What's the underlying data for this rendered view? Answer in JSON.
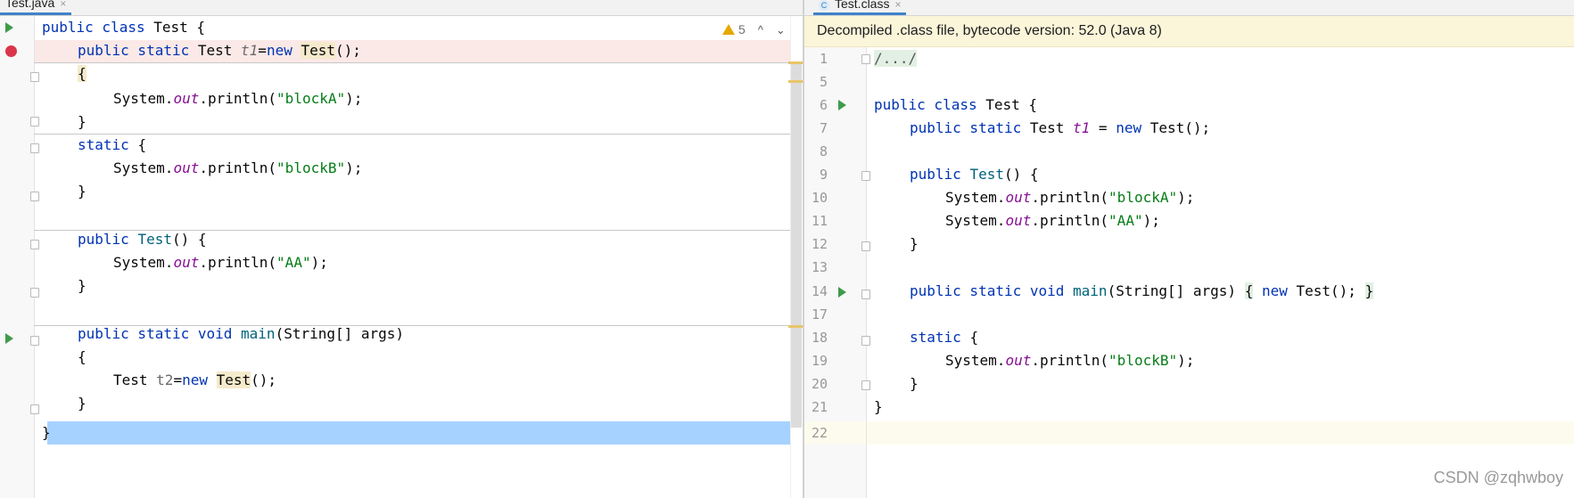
{
  "left_tab": {
    "label": "Test.java",
    "close": "×"
  },
  "right_tab": {
    "label": "Test.class",
    "close": "×",
    "icon": "C"
  },
  "warnings": {
    "count": "5",
    "up": "^",
    "down": "⌄"
  },
  "banner": {
    "text": "Decompiled .class file, bytecode version: 52.0 (Java 8)"
  },
  "watermark": "CSDN @zqhwboy",
  "left_code": {
    "l1": {
      "a": "public class ",
      "b": "Test {"
    },
    "l2": {
      "a": "public static ",
      "b": "Test ",
      "c": "t1",
      "d": "=",
      "e": "new ",
      "f": "Test",
      "g": "();"
    },
    "l3": "{",
    "l4": {
      "a": "System.",
      "b": "out",
      "c": ".println(",
      "d": "\"blockA\"",
      "e": ");"
    },
    "l5": "}",
    "l6": {
      "a": "static ",
      "b": "{"
    },
    "l7": {
      "a": "System.",
      "b": "out",
      "c": ".println(",
      "d": "\"blockB\"",
      "e": ");"
    },
    "l8": "}",
    "l9": {
      "a": "public ",
      "b": "Test",
      "c": "() {"
    },
    "l10": {
      "a": "System.",
      "b": "out",
      "c": ".println(",
      "d": "\"AA\"",
      "e": ");"
    },
    "l11": "}",
    "l12": {
      "a": "public static void ",
      "b": "main",
      "c": "(String[] args)"
    },
    "l13": "{",
    "l14": {
      "a": "Test ",
      "b": "t2",
      "c": "=",
      "d": "new ",
      "e": "Test",
      "f": "();"
    },
    "l15": "}",
    "l16": "}"
  },
  "right_code": {
    "line_numbers": [
      "1",
      "5",
      "6",
      "7",
      "8",
      "9",
      "10",
      "11",
      "12",
      "13",
      "14",
      "17",
      "18",
      "19",
      "20",
      "21",
      "22"
    ],
    "r1": "/.../",
    "r6": {
      "a": "public class ",
      "b": "Test {"
    },
    "r7": {
      "a": "public static ",
      "b": "Test ",
      "c": "t1",
      "d": " = ",
      "e": "new ",
      "f": "Test();"
    },
    "r9": {
      "a": "public ",
      "b": "Test",
      "c": "() {"
    },
    "r10": {
      "a": "System.",
      "b": "out",
      "c": ".println(",
      "d": "\"blockA\"",
      "e": ");"
    },
    "r11": {
      "a": "System.",
      "b": "out",
      "c": ".println(",
      "d": "\"AA\"",
      "e": ");"
    },
    "r12": "}",
    "r14": {
      "a": "public static void ",
      "b": "main",
      "c": "(String[] args) ",
      "d": "{",
      "e": " new ",
      "f": "Test(); ",
      "g": "}"
    },
    "r18": {
      "a": "static ",
      "b": "{"
    },
    "r19": {
      "a": "System.",
      "b": "out",
      "c": ".println(",
      "d": "\"blockB\"",
      "e": ");"
    },
    "r20": "}",
    "r21": "}"
  },
  "colors": {
    "keyword": "#0033b3",
    "string": "#067d17",
    "field": "#871094",
    "breakpoint": "#d9364b",
    "selection": "#a6d2ff",
    "breakpoint_line": "#fbe9e7",
    "caret_line": "#fdfbee"
  }
}
